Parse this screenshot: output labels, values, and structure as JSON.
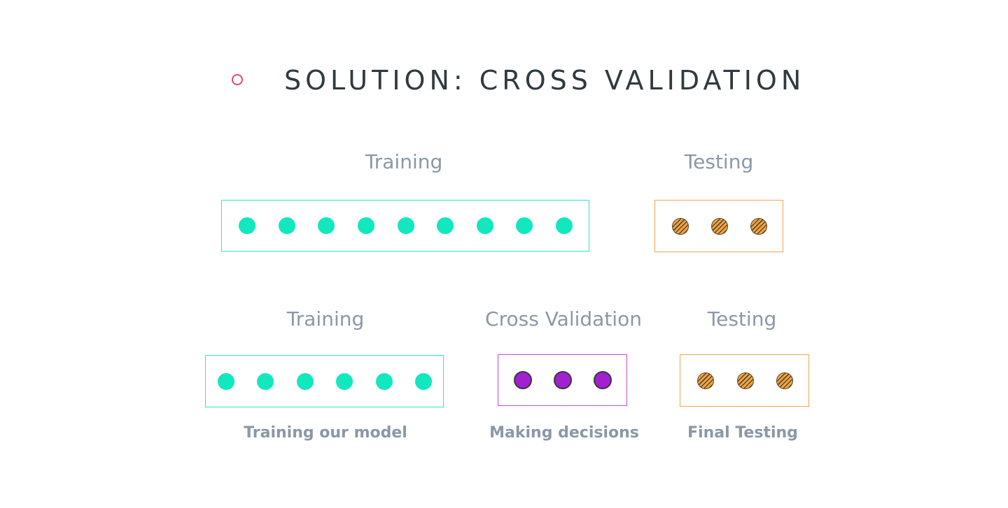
{
  "title": "SOLUTION: CROSS VALIDATION",
  "colors": {
    "accent_bullet": "#e5457a",
    "training": "#11e8be",
    "testing": "#f2a541",
    "cross_validation": "#a31fd2",
    "label_text": "#8a98a6",
    "title_text": "#2f3a40"
  },
  "row1": {
    "training_label": "Training",
    "testing_label": "Testing",
    "training_points": 9,
    "testing_points": 3
  },
  "row2": {
    "training_label": "Training",
    "cv_label": "Cross Validation",
    "testing_label": "Testing",
    "training_points": 6,
    "cv_points": 3,
    "testing_points": 3,
    "training_caption": "Training our model",
    "cv_caption": "Making decisions",
    "testing_caption": "Final Testing"
  }
}
